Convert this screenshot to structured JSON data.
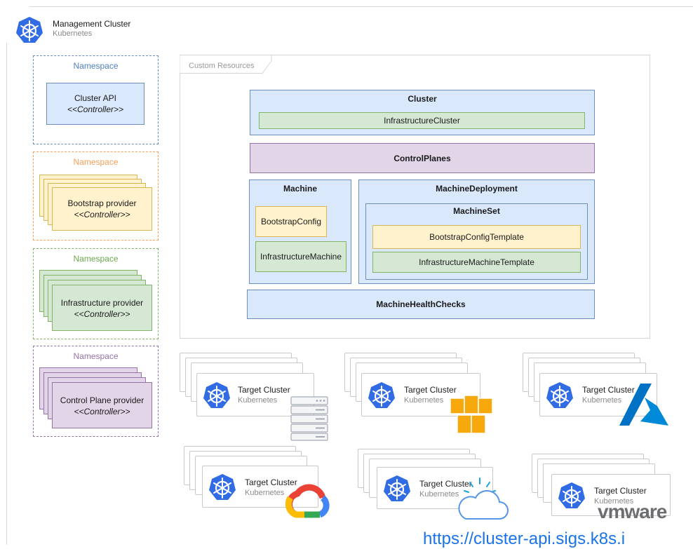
{
  "colors": {
    "k8s_blue": "#326ce5",
    "ns_blue": "#6c8ebf",
    "ns_orange": "#f5a05a",
    "ns_green": "#82b366",
    "ns_purple": "#9673a6",
    "aws_orange": "#f7a80d",
    "azure_blue": "#0072c6",
    "link_blue": "#1a73e8"
  },
  "management": {
    "title": "Management Cluster",
    "subtitle": "Kubernetes",
    "icon": "kubernetes-helm-icon"
  },
  "namespaces": [
    {
      "title": "Namespace",
      "controller_name": "Cluster API",
      "stereotype": "<<Controller>>"
    },
    {
      "title": "Namespace",
      "controller_name": "Bootstrap provider",
      "stereotype": "<<Controller>>"
    },
    {
      "title": "Namespace",
      "controller_name": "Infrastructure provider",
      "stereotype": "<<Controller>>"
    },
    {
      "title": "Namespace",
      "controller_name": "Control Plane provider",
      "stereotype": "<<Controller>>"
    }
  ],
  "custom_resources": {
    "tab_label": "Custom Resources",
    "cluster": "Cluster",
    "infrastructure_cluster": "InfrastructureCluster",
    "control_planes": "ControlPlanes",
    "machine": "Machine",
    "bootstrap_config": "BootstrapConfig",
    "infrastructure_machine": "InfrastructureMachine",
    "machine_deployment": "MachineDeployment",
    "machine_set": "MachineSet",
    "bootstrap_config_template": "BootstrapConfigTemplate",
    "infrastructure_machine_template": "InfrastructureMachineTemplate",
    "machine_health_checks": "MachineHealthChecks"
  },
  "target_clusters": [
    {
      "title": "Target Cluster",
      "subtitle": "Kubernetes",
      "provider_icon": "server-rack-icon"
    },
    {
      "title": "Target Cluster",
      "subtitle": "Kubernetes",
      "provider_icon": "aws-icon"
    },
    {
      "title": "Target Cluster",
      "subtitle": "Kubernetes",
      "provider_icon": "azure-icon"
    },
    {
      "title": "Target Cluster",
      "subtitle": "Kubernetes",
      "provider_icon": "google-cloud-icon"
    },
    {
      "title": "Target Cluster",
      "subtitle": "Kubernetes",
      "provider_icon": "ibm-cloud-icon"
    },
    {
      "title": "Target Cluster",
      "subtitle": "Kubernetes",
      "provider_icon": "vmware-logo"
    }
  ],
  "vmware_logo_text": "vmware",
  "footer_link": "https://cluster-api.sigs.k8s.i"
}
